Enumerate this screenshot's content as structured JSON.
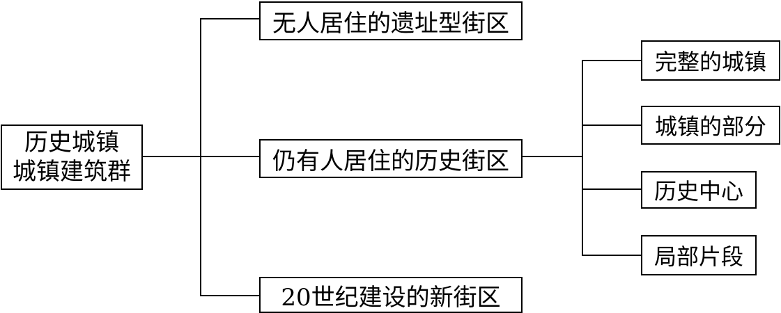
{
  "diagram": {
    "root": {
      "lines": [
        "历史城镇",
        "城镇建筑群"
      ]
    },
    "level1": [
      {
        "label": "无人居住的遗址型街区"
      },
      {
        "label": "仍有人居住的历史街区"
      },
      {
        "label": "20世纪建设的新街区"
      }
    ],
    "level2": [
      {
        "label": "完整的城镇"
      },
      {
        "label": "城镇的部分"
      },
      {
        "label": "历史中心"
      },
      {
        "label": "局部片段"
      }
    ],
    "colors": {
      "line": "#000000",
      "border": "#000000",
      "background": "#ffffff",
      "text": "#000000"
    }
  }
}
